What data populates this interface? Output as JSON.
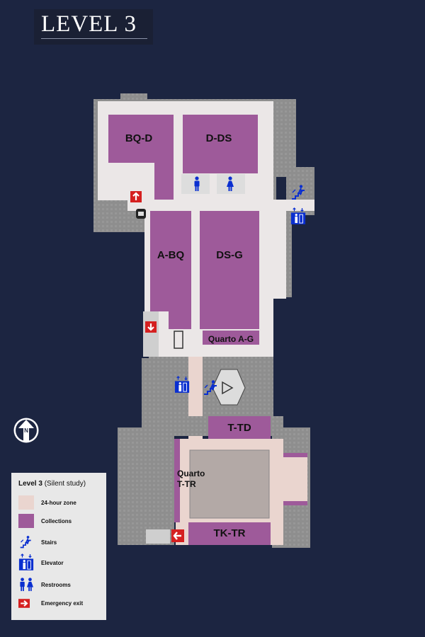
{
  "level_title": "LEVEL 3",
  "colors": {
    "background": "#1c2541",
    "floor": "#ebe7e7",
    "collections": "#9e5a9a",
    "zone_24h": "#ead5cf",
    "structure": "#8e8e8e",
    "icon_blue": "#0a2fd0",
    "exit_red": "#d52020"
  },
  "collections": {
    "bq_d": "BQ-D",
    "d_ds": "D-DS",
    "a_bq": "A-BQ",
    "ds_g": "DS-G",
    "quarto_a_g": "Quarto A-G",
    "t_td": "T-TD",
    "quarto_t_tr_line1": "Quarto",
    "quarto_t_tr_line2": "T-TR",
    "tk_tr": "TK-TR"
  },
  "compass": {
    "label": "N",
    "icon": "north-arrow-icon"
  },
  "legend": {
    "title": "Level 3",
    "subtitle": "(Silent study)",
    "items": [
      {
        "label": "24-hour zone",
        "icon": "swatch-24-hour-zone"
      },
      {
        "label": "Collections",
        "icon": "swatch-collections"
      },
      {
        "label": "Stairs",
        "icon": "stairs-icon"
      },
      {
        "label": "Elevator",
        "icon": "elevator-icon"
      },
      {
        "label": "Restrooms",
        "icon": "restrooms-icon"
      },
      {
        "label": "Emergency exit",
        "icon": "emergency-exit-icon"
      }
    ]
  }
}
